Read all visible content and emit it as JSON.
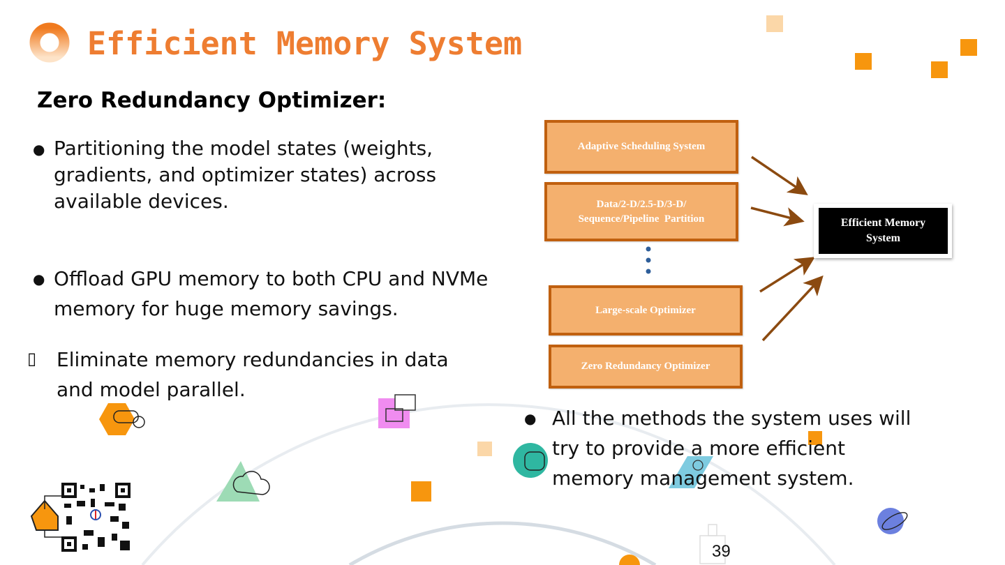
{
  "title": "Efficient Memory System",
  "subtitle": "Zero Redundancy Optimizer:",
  "bullets": [
    {
      "marker": "●",
      "lines": [
        "Partitioning the model states (weights,",
        "gradients, and optimizer states) across",
        "available devices."
      ]
    },
    {
      "marker": "●",
      "lines": [
        "Offload GPU memory to both CPU and NVMe",
        "memory for huge memory savings."
      ]
    },
    {
      "marker": "▯",
      "lines": [
        "Eliminate memory redundancies in data",
        "and model parallel."
      ]
    }
  ],
  "right_bullet": {
    "marker": "●",
    "lines": [
      "All the methods the system uses will",
      "try to provide a more efficient",
      "memory management system."
    ]
  },
  "diagram": {
    "sources": [
      {
        "lines": [
          "Adaptive Scheduling System"
        ]
      },
      {
        "lines": [
          "Data/2-D/2.5-D/3-D/",
          "Sequence/Pipeline  Partition"
        ]
      },
      {
        "lines": [
          "Large-scale Optimizer"
        ]
      },
      {
        "lines": [
          "Zero Redundancy Optimizer"
        ]
      }
    ],
    "target": {
      "lines": [
        "Efficient Memory",
        "System"
      ]
    },
    "colors": {
      "box_fill": "#F4B06E",
      "box_border": "#C0600F",
      "arrow": "#8B4A10",
      "dots": "#2E5E9A"
    }
  },
  "page_number": "39",
  "colors": {
    "title": "#EE7D31",
    "accent": "#F7960E"
  }
}
